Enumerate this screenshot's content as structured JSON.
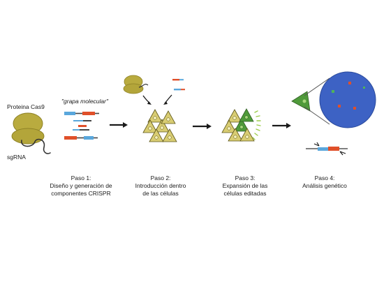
{
  "labels": {
    "cas9": "Proteina Cas9",
    "sgrna": "sgRNA",
    "staple": "\"grapa molecular\""
  },
  "steps": [
    {
      "title": "Paso 1:",
      "desc_lines": [
        "Diseño y generación de",
        "componentes CRISPR"
      ]
    },
    {
      "title": "Paso 2:",
      "desc_lines": [
        "Introducción dentro",
        "de las células"
      ]
    },
    {
      "title": "Paso 3:",
      "desc_lines": [
        "Expansión de las",
        "células editadas"
      ]
    },
    {
      "title": "Paso 4:",
      "desc_lines": [
        "Análisis genético"
      ]
    }
  ],
  "colors": {
    "protein": "#b9ab3f",
    "protein_dark": "#8e8226",
    "cell_fill": "#d8cc72",
    "cell_stroke": "#5c5518",
    "edited_cell": "#4f9a3a",
    "dna_blue": "#5aa7dc",
    "dna_red": "#e0502a",
    "arrow": "#1a1a1a",
    "circle_blue": "#3d62c4",
    "glow_green": "#9ccc4a"
  }
}
